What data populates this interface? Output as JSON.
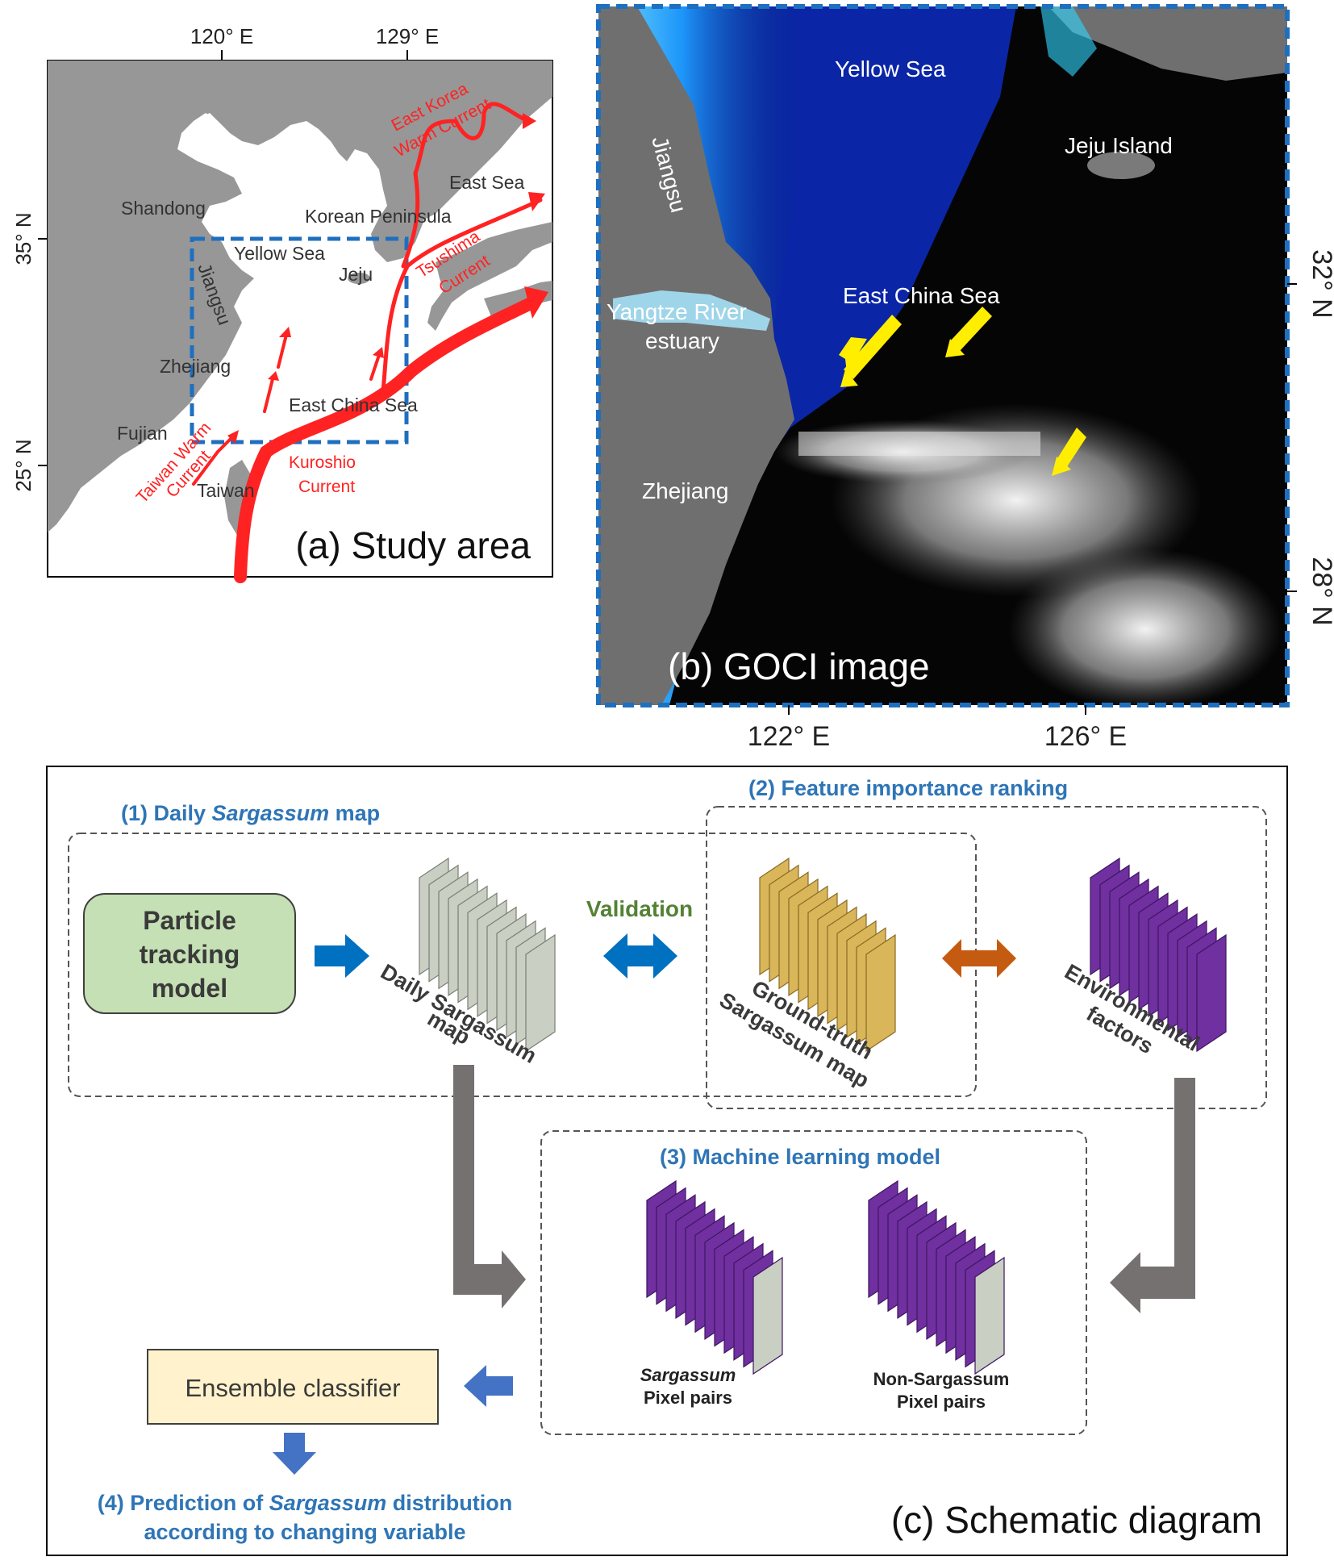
{
  "panel_a": {
    "caption": "(a) Study area",
    "top_ticks": [
      "120° E",
      "129° E"
    ],
    "left_ticks": [
      "35° N",
      "25° N"
    ],
    "places": {
      "shandong": "Shandong",
      "korean_peninsula": "Korean Peninsula",
      "yellow_sea": "Yellow Sea",
      "jeju": "Jeju",
      "jiangsu": "Jiangsu",
      "zhejiang": "Zhejiang",
      "east_china_sea": "East China Sea",
      "fujian": "Fujian",
      "taiwan": "Taiwan",
      "east_sea": "East Sea"
    },
    "currents": {
      "east_korea_warm_1": "East Korea",
      "east_korea_warm_2": "Warm Current",
      "tsushima_1": "Tsushima",
      "tsushima_2": "Current",
      "taiwan_warm_1": "Taiwan Warm",
      "taiwan_warm_2": "Current",
      "kuroshio_1": "Kuroshio",
      "kuroshio_2": "Current"
    },
    "colors": {
      "land": "#979797",
      "sea": "#ffffff",
      "current": "#ff2222",
      "box": "#1f6fbf"
    }
  },
  "panel_b": {
    "caption": "(b) GOCI image",
    "bottom_ticks": [
      "122° E",
      "126° E"
    ],
    "right_ticks": [
      "32° N",
      "28° N"
    ],
    "places": {
      "yellow_sea": "Yellow Sea",
      "jeju_island": "Jeju Island",
      "jiangsu": "Jiangsu",
      "east_china_sea": "East China Sea",
      "yangtze_1": "Yangtze River",
      "yangtze_2": "estuary",
      "zhejiang": "Zhejiang"
    },
    "colors": {
      "arrow": "#ffee00",
      "frame": "#1f6fbf"
    }
  },
  "panel_c": {
    "caption": "(c) Schematic diagram",
    "step1_prefix": "(1) Daily ",
    "step1_italic": "Sargassum",
    "step1_suffix": " map",
    "step2": "(2) Feature importance ranking",
    "step3": "(3) Machine learning model",
    "step4_prefix": "(4) Prediction of ",
    "step4_italic": "Sargassum",
    "step4_suffix": " distribution",
    "step4_line2": "according to changing variable",
    "particle_1": "Particle",
    "particle_2": "tracking",
    "particle_3": "model",
    "validation": "Validation",
    "daily_map_1": "Daily Sargassum",
    "daily_map_2": "map",
    "ground_truth_1": "Ground-truth",
    "ground_truth_2": "Sargassum map",
    "env_1": "Environmental",
    "env_2": "factors",
    "sarg_pairs_1": "Sargassum",
    "sarg_pairs_2": "Pixel pairs",
    "nonsarg_pairs_1": "Non-Sargassum",
    "nonsarg_pairs_2": "Pixel pairs",
    "ensemble": "Ensemble classifier",
    "colors": {
      "step_text": "#2e75b6",
      "validation_text": "#548235",
      "particle_fill": "#c5e0b4",
      "ensemble_fill": "#fff2cc",
      "gray_stack": "#c9cfc2",
      "gold_stack": "#d9b65a",
      "purple_stack": "#7030a0",
      "blue_arrow": "#0070c0",
      "orange_arrow": "#c55a11",
      "gray_arrow": "#767171"
    }
  }
}
